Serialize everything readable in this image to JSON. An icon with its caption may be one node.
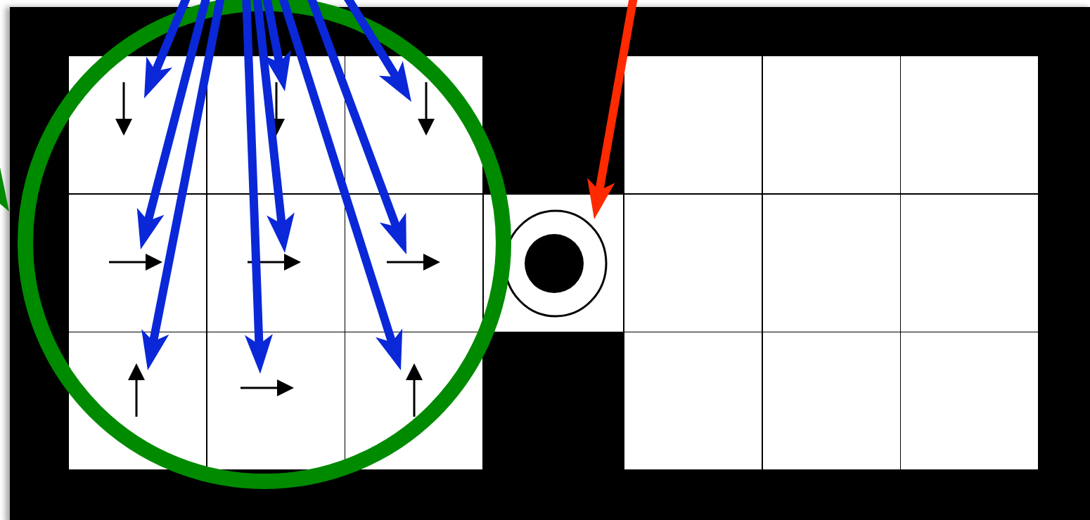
{
  "diagram": {
    "nodes": [
      {
        "text": [],
        "shape": "box"
      },
      {
        "text": [],
        "shape": "box",
        "in": 0
      },
      {
        "text": [],
        "shape": "box",
        "in": 0
      },
      {
        "text": [],
        "shape": "box",
        "in": 0
      },
      {
        "text": [],
        "shape": "box",
        "in": 0
      },
      {
        "text": [],
        "shape": "box",
        "in": 0
      },
      {
        "text": [],
        "shape": "box",
        "in": 0
      },
      {
        "text": [],
        "shape": "box",
        "in": 0
      },
      {
        "text": [],
        "shape": "box",
        "in": 0
      },
      {
        "text": [],
        "shape": "box",
        "in": 0
      },
      {
        "text": [],
        "shape": "box",
        "in": 0
      },
      {
        "text": [],
        "shape": "circle",
        "in": 10
      },
      {
        "text": [],
        "shape": "box",
        "in": 0
      },
      {
        "text": [],
        "shape": "box",
        "in": 0
      },
      {
        "text": [],
        "shape": "box",
        "in": 0
      },
      {
        "text": [],
        "shape": "box",
        "in": 0
      },
      {
        "text": [],
        "shape": "box",
        "in": 0
      },
      {
        "text": [],
        "shape": "box",
        "in": 0
      },
      {
        "text": [],
        "shape": "box",
        "in": 0
      },
      {
        "text": [],
        "shape": "box",
        "in": 0
      },
      {
        "text": [],
        "shape": "box",
        "in": 0
      }
    ],
    "edges": [
      {
        "from": null,
        "to": 1,
        "arrow": "to"
      },
      {
        "from": null,
        "to": 2,
        "arrow": "to"
      },
      {
        "from": null,
        "to": 3,
        "arrow": "to"
      },
      {
        "from": null,
        "to": 4,
        "arrow": "to"
      },
      {
        "from": null,
        "to": 5,
        "arrow": "to"
      },
      {
        "from": null,
        "to": 6,
        "arrow": "to"
      },
      {
        "from": null,
        "to": 7,
        "arrow": "to"
      },
      {
        "from": null,
        "to": 8,
        "arrow": "to"
      },
      {
        "from": null,
        "to": 9,
        "arrow": "to"
      },
      {
        "from": null,
        "to": 11,
        "arrow": "to",
        "color": "#ff2a00"
      }
    ]
  }
}
